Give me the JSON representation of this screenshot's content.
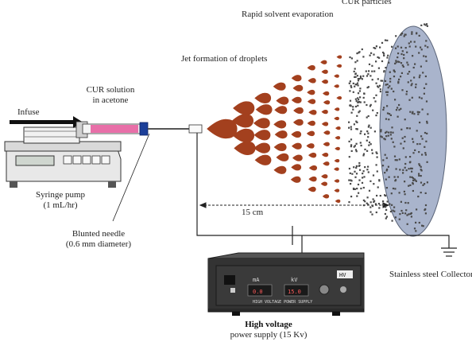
{
  "labels": {
    "cur_particles": "CUR particles",
    "rapid_evaporation": "Rapid solvent evaporation",
    "jet_formation": "Jet formation of droplets",
    "cur_solution_line1": "CUR solution",
    "cur_solution_line2": "in acetone",
    "infuse": "Infuse",
    "syringe_pump_line1": "Syringe pump",
    "syringe_pump_line2": "(1 mL/hr)",
    "needle_line1": "Blunted needle",
    "needle_line2": "(0.6 mm diameter)",
    "distance": "15 cm",
    "collector": "Stainless steel Collector",
    "hv_line1": "High voltage",
    "hv_line2": "power supply (15 Kv)"
  },
  "power_supply": {
    "panel_left": "mA",
    "panel_right": "kV",
    "display_left": "0.0",
    "display_right": "15.0",
    "brand": "HV",
    "caption": "HIGH VOLTAGE POWER SUPPLY"
  },
  "colors": {
    "droplet": "#a3401e",
    "particle": "#4a4a4a",
    "collector": "#a9b4cc",
    "solution": "#e86fa8",
    "needle_hub": "#1c3f99"
  }
}
